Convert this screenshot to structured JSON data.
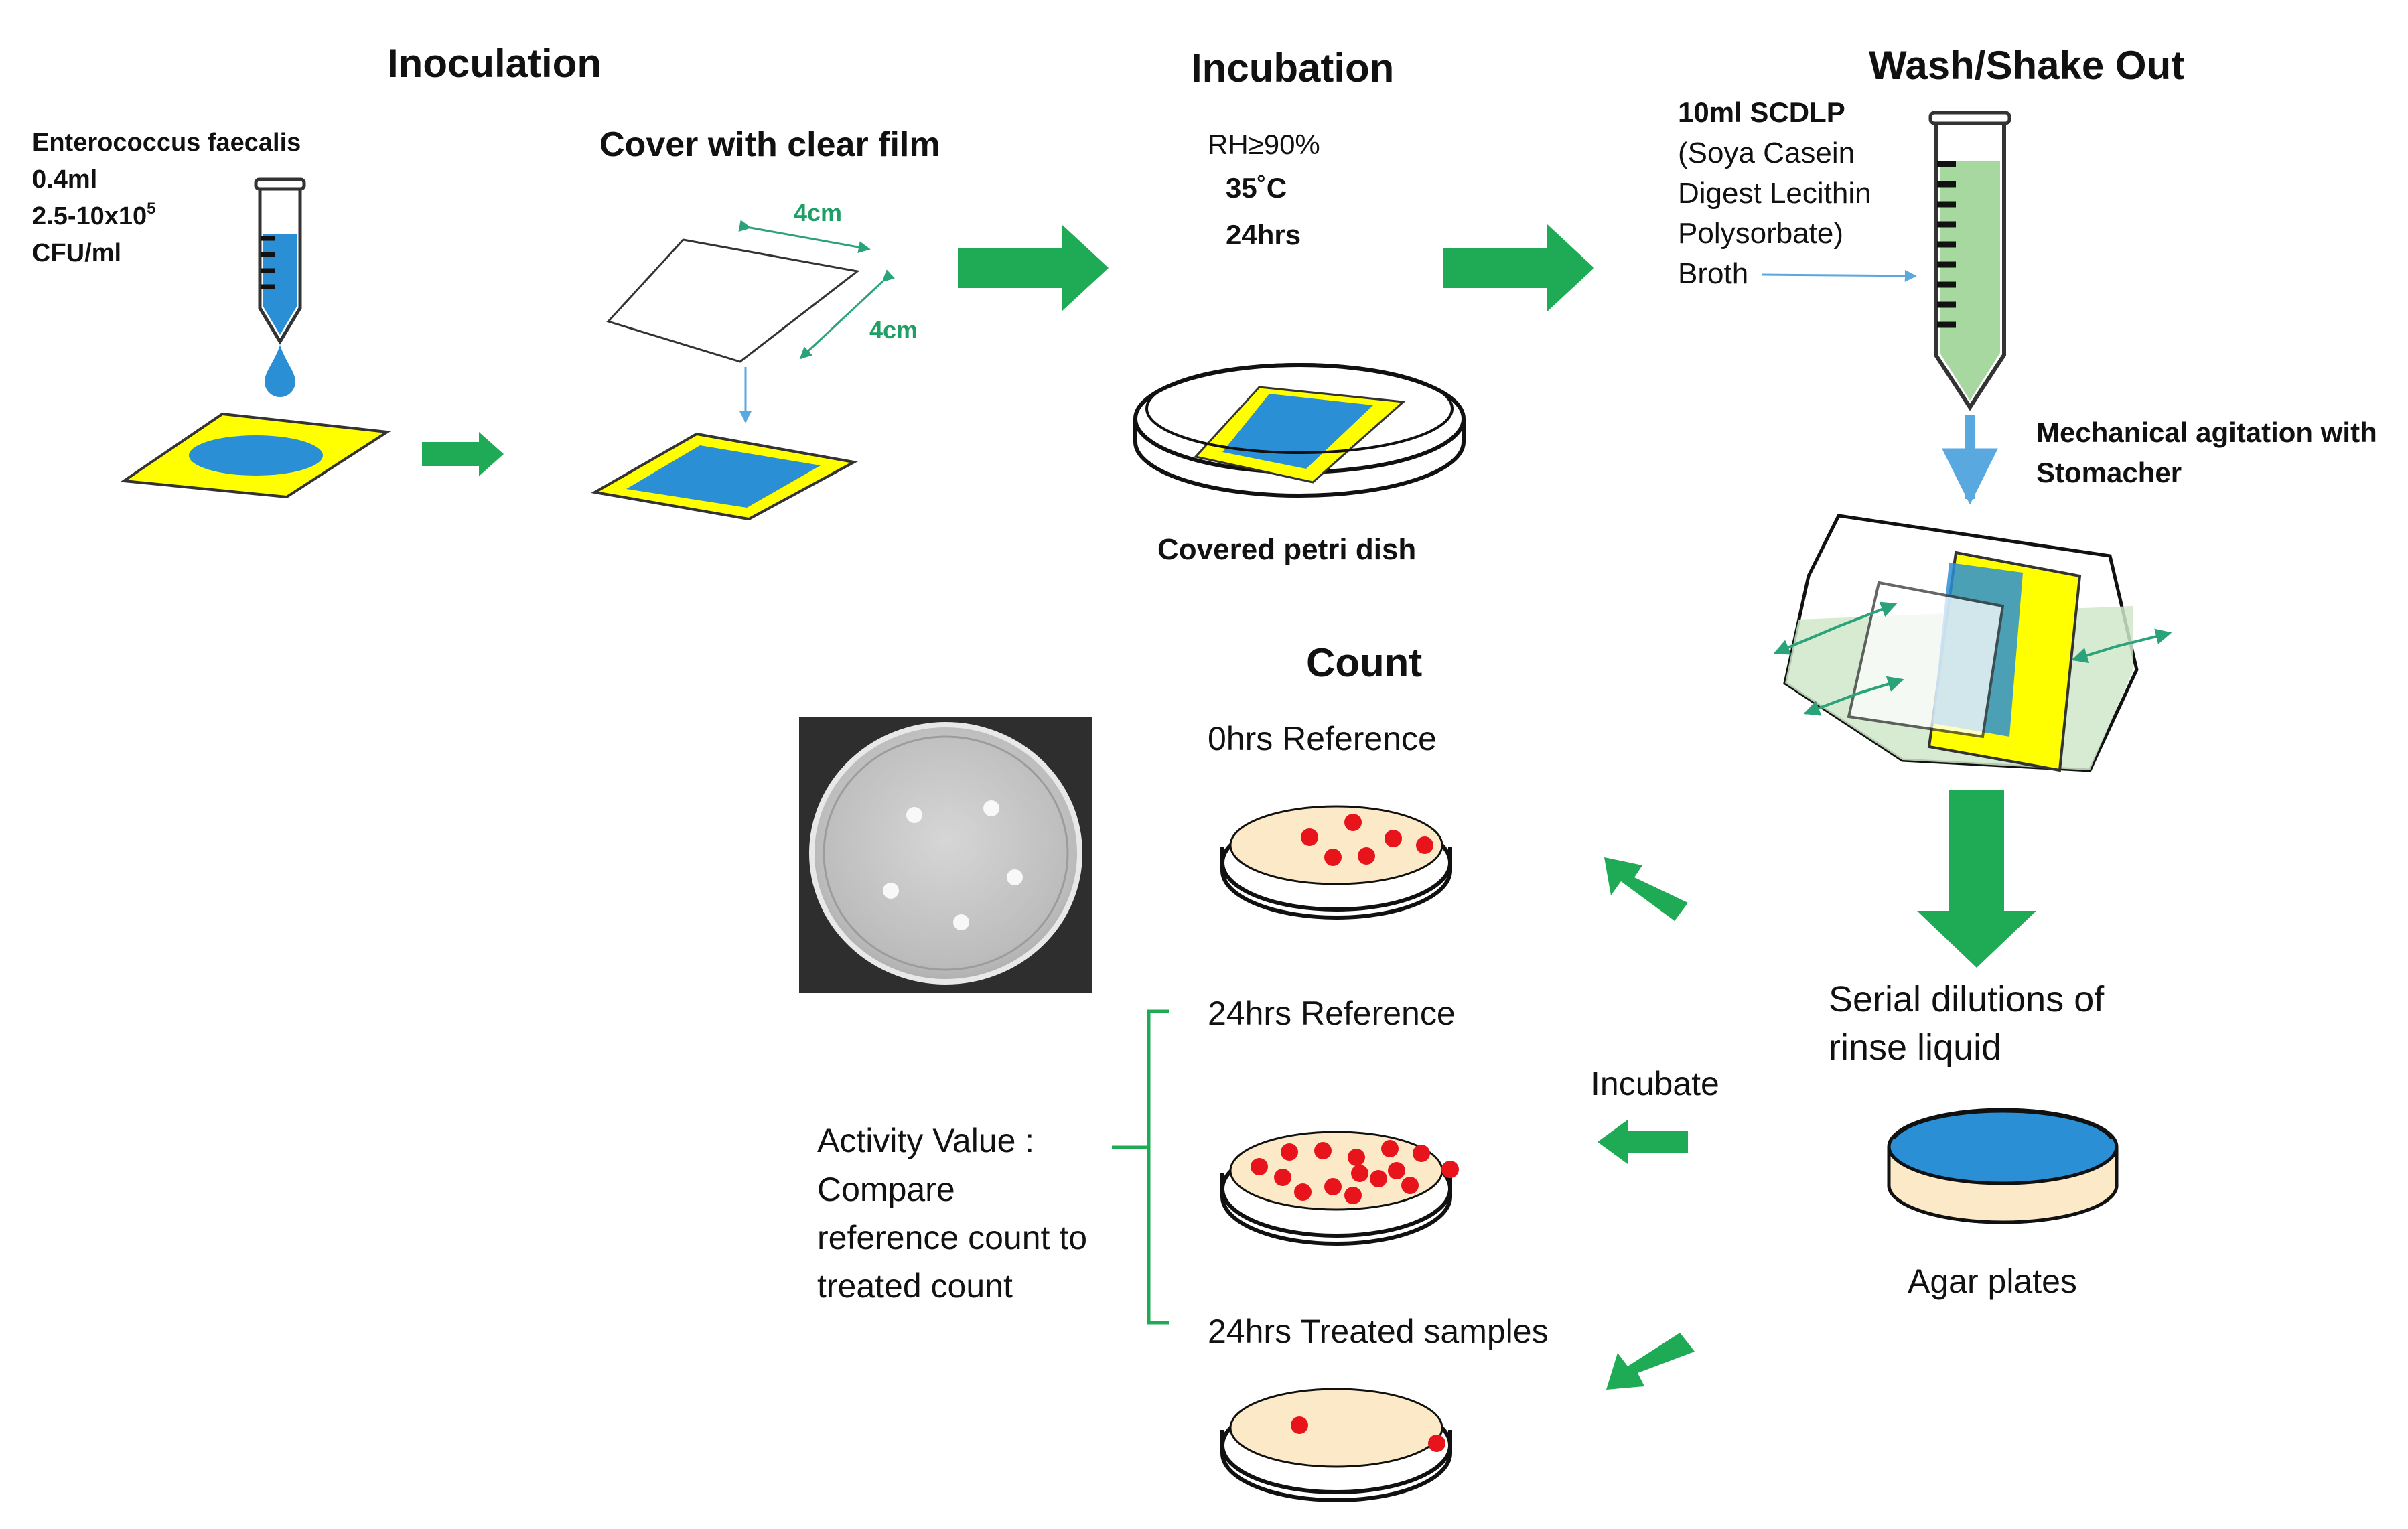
{
  "inoculation": {
    "title": "Inoculation",
    "organism": "Enterococcus faecalis",
    "volume": "0.4ml",
    "conc_base": "2.5-10x10",
    "conc_exp": "5",
    "conc_unit": "CFU/ml"
  },
  "cover": {
    "title": "Cover with clear film",
    "dim_top": "4cm",
    "dim_side": "4cm"
  },
  "incubation": {
    "title": "Incubation",
    "rh": "RH≥90%",
    "temp": "35˚C",
    "time": "24hrs",
    "dish_label": "Covered petri dish"
  },
  "wash": {
    "title": "Wash/Shake Out",
    "line1": "10ml SCDLP",
    "line2": "(Soya Casein",
    "line3": "Digest Lecithin",
    "line4": "Polysorbate)",
    "line5": "Broth",
    "agitation1": "Mechanical agitation with",
    "agitation2": "Stomacher"
  },
  "dilution": {
    "line1": "Serial dilutions of",
    "line2": "rinse liquid",
    "agar_label": "Agar plates",
    "incubate_label": "Incubate"
  },
  "count": {
    "title": "Count",
    "plate1_label": "0hrs   Reference",
    "plate2_label": "24hrs  Reference",
    "plate3_label": "24hrs  Treated samples"
  },
  "activity": {
    "line1": "Activity Value :",
    "line2": "Compare",
    "line3": "reference count to",
    "line4": "treated count"
  },
  "colors": {
    "arrow_green": "#1faa55",
    "sample_yellow": "#ffff00",
    "inoculum_blue": "#2b8fd6",
    "broth_green": "#a6d8a0",
    "agar_cream": "#fbe9c8",
    "colony_red": "#e8141b"
  }
}
